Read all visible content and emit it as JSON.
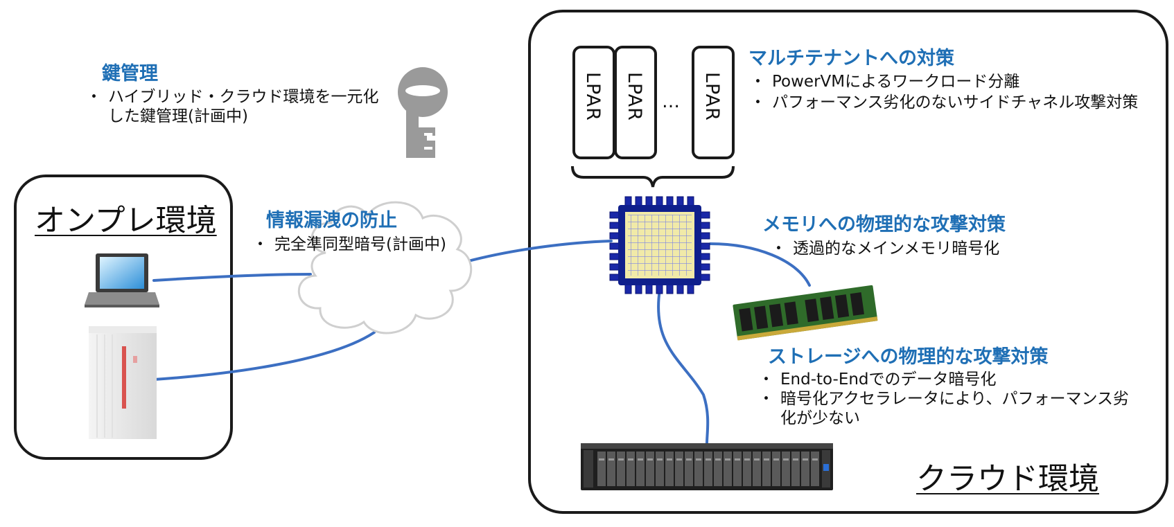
{
  "key_management": {
    "heading": "鍵管理",
    "bullet": "・",
    "items": [
      "ハイブリッド・クラウド環境を一元化",
      "した鍵管理(計画中)"
    ]
  },
  "onprem": {
    "label": "オンプレ環境"
  },
  "leak_prevention": {
    "heading": "情報漏洩の防止",
    "bullet": "・",
    "items": [
      "完全準同型暗号(計画中)"
    ]
  },
  "cloud": {
    "label": "クラウド環境"
  },
  "lpar": {
    "labels": [
      "LPAR",
      "LPAR",
      "LPAR"
    ],
    "ellipsis": "…"
  },
  "multitenant": {
    "heading": "マルチテナントへの対策",
    "bullet": "・",
    "items": [
      "PowerVMによるワークロード分離",
      "パフォーマンス劣化のないサイドチャネル攻撃対策"
    ]
  },
  "memory": {
    "heading": "メモリへの物理的な攻撃対策",
    "bullet": "・",
    "items": [
      "透過的なメインメモリ暗号化"
    ]
  },
  "storage": {
    "heading": "ストレージへの物理的な攻撃対策",
    "bullet": "・",
    "items": [
      "End-to-Endでのデータ暗号化",
      "暗号化アクセラレータにより、パフォーマンス劣",
      "化が少ない"
    ]
  },
  "colors": {
    "accent": "#1f6fb5",
    "link_line": "#3c6fc2",
    "chip_body": "#0f1f8c",
    "chip_die": "#f1eaa8",
    "ram_board": "#2f6b2a"
  }
}
